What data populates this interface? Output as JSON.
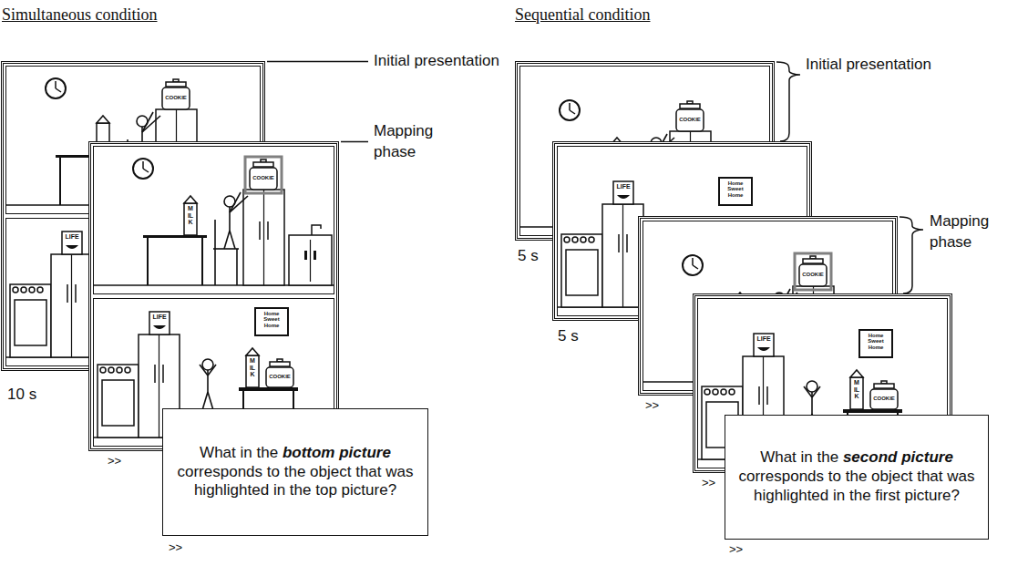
{
  "diagram": {
    "nodes": [
      {
        "text": [
          "What in the bottom picture corresponds to the object that was highlighted in the top picture?"
        ]
      },
      {
        "text": [
          "What in the second picture corresponds to the object that was highlighted in the first picture?"
        ]
      }
    ],
    "labels": [
      "Simultaneous condition",
      "Sequential condition",
      "Initial presentation",
      "Mapping phase",
      "10 s",
      ">>",
      ">>",
      "Initial presentation",
      "Mapping phase",
      "5 s",
      "5 s",
      ">>",
      ">>",
      ">>",
      "COOKIE",
      "LIFE",
      "COOKIE",
      "MILK",
      "LIFE",
      "Home Sweet Home",
      "MILK",
      "COOKIE",
      "COOKIE",
      "LIFE",
      "Home Sweet Home",
      "COOKIE",
      "LIFE",
      "Home Sweet Home",
      "MILK",
      "COOKIE"
    ]
  }
}
